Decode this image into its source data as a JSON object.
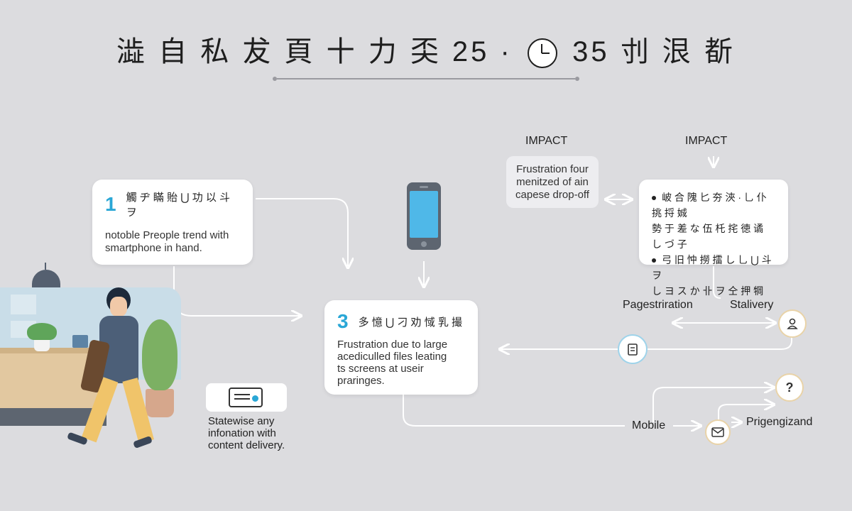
{
  "title": {
    "part1": "澁 自 私 犮 頁 十 力   奀 25 ·",
    "part2": "35   刌 泿 斱"
  },
  "card1": {
    "number": "1",
    "heading": "觸 ヂ 瞞 貽 ⋃ 功 以 斗 ヲ",
    "body_line1": "notoble Preople trend with",
    "body_line2": "smartphone in hand."
  },
  "card3": {
    "number": "3",
    "heading": "多 憶 ⋃ 刁 劝 惐 乳 撮",
    "body_line1": "Frustration due to large",
    "body_line2": "acediculled files leating",
    "body_line3": "ts screens at useir",
    "body_line4": "praringes."
  },
  "impact_left": {
    "label": "IMPACT",
    "line1": "Frustration four",
    "line2": "menitzed of ain",
    "line3": "capese drop-off"
  },
  "impact_right": {
    "label": "IMPACT",
    "row1": "岥 合 隗 匕 夯 浹 · 乚 仆 挑 捋 娍",
    "row2": "勢 于 差 な 伍 杔 挓 徳 谲 し づ 子",
    "row3": "弓 旧 忡 撈 擂 し 乚 ⋃ 斗 ヲ",
    "row4": "し ヨ ス か 卝 ヲ 仝 押 犅"
  },
  "side_card": {
    "line1": "Statewise any",
    "line2": "infonation with",
    "line3": "content delivery."
  },
  "labels": {
    "pagestriration": "Pagestriration",
    "stalivery": "Stalivery",
    "mobile": "Mobile",
    "prigengizand": "Prigengizand"
  },
  "icons": {
    "user": "user-icon",
    "document": "document-icon",
    "question": "question-icon",
    "mail": "mail-icon",
    "phone": "smartphone-icon",
    "card": "id-card-icon"
  },
  "colors": {
    "background": "#dcdcdf",
    "accent": "#2aa7d6",
    "card": "#ffffff"
  }
}
